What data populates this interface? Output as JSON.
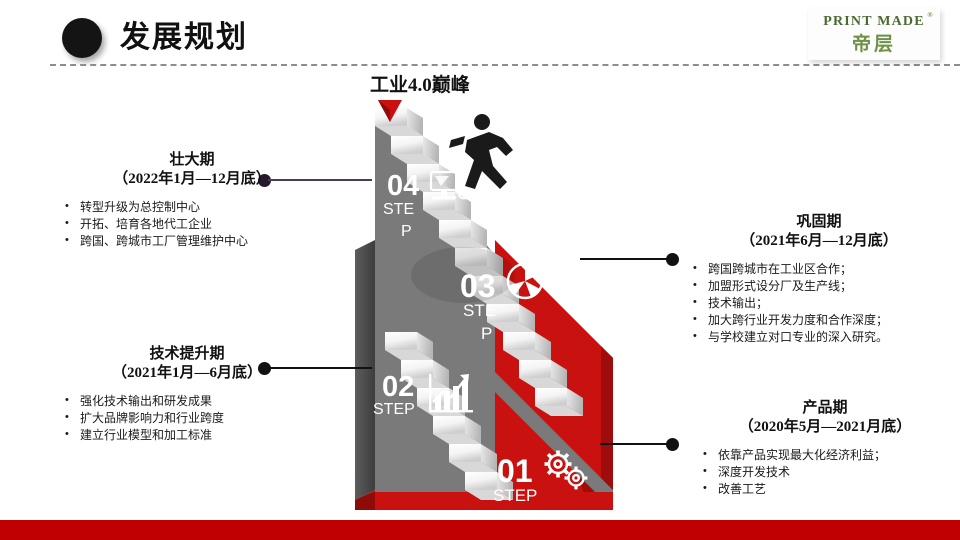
{
  "header": {
    "title": "发展规划",
    "bullet_icon": "filled-circle-icon"
  },
  "logo": {
    "brand_en": "PRINT MADE",
    "registered_mark": "®",
    "brand_cn": "帝层",
    "color": "#6f9146"
  },
  "footer": {
    "color": "#c00000"
  },
  "stairs": {
    "peak_label_bold": "工业4.0",
    "peak_label_rest": "巅峰",
    "marker_icon": "red-down-triangle-icon",
    "runner_icon": "running-person-icon",
    "gray_color": "#7a7a7a",
    "red_color": "#c9110f",
    "steps": [
      {
        "number": "01",
        "label": "STEP",
        "icon": "gears-icon",
        "panel": "red"
      },
      {
        "number": "02",
        "label": "STEP",
        "icon": "growth-bar-chart-icon",
        "panel": "gray"
      },
      {
        "number": "03",
        "label_line1": "STE",
        "label_line2": "P",
        "icon": "pie-chart-icon",
        "panel": "red"
      },
      {
        "number": "04",
        "label_line1": "STE",
        "label_line2": "P",
        "icon": "computer-monitor-icon",
        "panel": "gray"
      }
    ]
  },
  "callouts": {
    "top_left": {
      "title": "壮大期",
      "period": "（2022年1月—12月底）",
      "connector_color": "#4b3a58",
      "bullets": [
        "转型升级为总控制中心",
        "开拓、培育各地代工企业",
        "跨国、跨城市工厂管理维护中心"
      ]
    },
    "bottom_left": {
      "title": "技术提升期",
      "period": "（2021年1月—6月底）",
      "connector_color": "#111111",
      "bullets": [
        "强化技术输出和研发成果",
        "扩大品牌影响力和行业跨度",
        "建立行业模型和加工标准"
      ]
    },
    "top_right": {
      "title": "巩固期",
      "period": "（2021年6月—12月底）",
      "connector_color": "#111111",
      "bullets": [
        "跨国跨城市在工业区合作；",
        "加盟形式设分厂及生产线；",
        "技术输出；",
        "加大跨行业开发力度和合作深度；",
        "与学校建立对口专业的深入研究。"
      ]
    },
    "bottom_right": {
      "title": "产品期",
      "period": "（2020年5月—2021月底）",
      "connector_color": "#111111",
      "bullets": [
        "依靠产品实现最大化经济利益；",
        "深度开发技术",
        "改善工艺"
      ]
    }
  }
}
